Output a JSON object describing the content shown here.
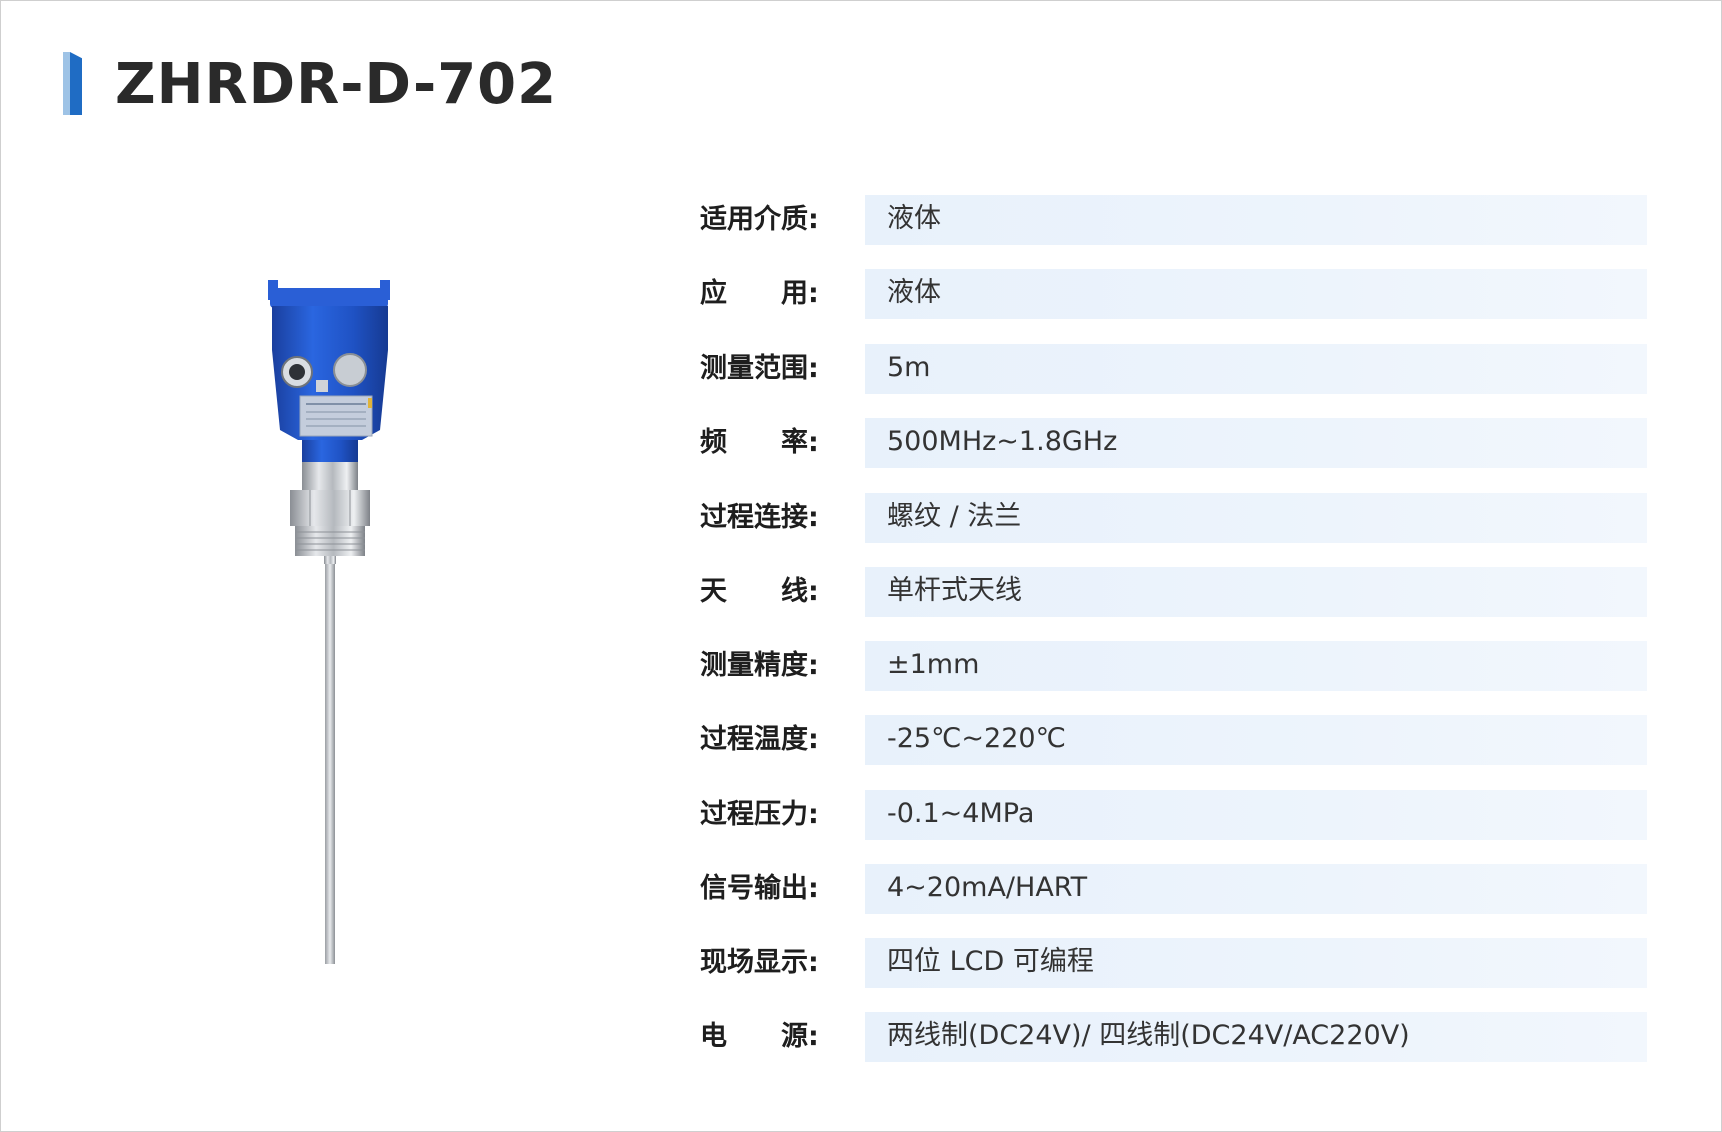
{
  "header": {
    "title": "ZHRDR-D-702"
  },
  "product": {
    "icon": "radar-level-gauge-icon",
    "housing_color": "#1f55c9"
  },
  "specs": [
    {
      "label": "适用介质:",
      "value": "液体"
    },
    {
      "label": "应　　用:",
      "value": "液体"
    },
    {
      "label": "测量范围:",
      "value": "5m"
    },
    {
      "label": "频　　率:",
      "value": "500MHz~1.8GHz"
    },
    {
      "label": "过程连接:",
      "value": "螺纹 / 法兰"
    },
    {
      "label": "天　　线:",
      "value": "单杆式天线"
    },
    {
      "label": "测量精度:",
      "value": "±1mm"
    },
    {
      "label": "过程温度:",
      "value": "-25℃~220℃"
    },
    {
      "label": "过程压力:",
      "value": "-0.1~4MPa"
    },
    {
      "label": "信号输出:",
      "value": "4~20mA/HART"
    },
    {
      "label": "现场显示:",
      "value": "四位 LCD 可编程"
    },
    {
      "label": "电　　源:",
      "value": "两线制(DC24V)/ 四线制(DC24V/AC220V)"
    }
  ]
}
